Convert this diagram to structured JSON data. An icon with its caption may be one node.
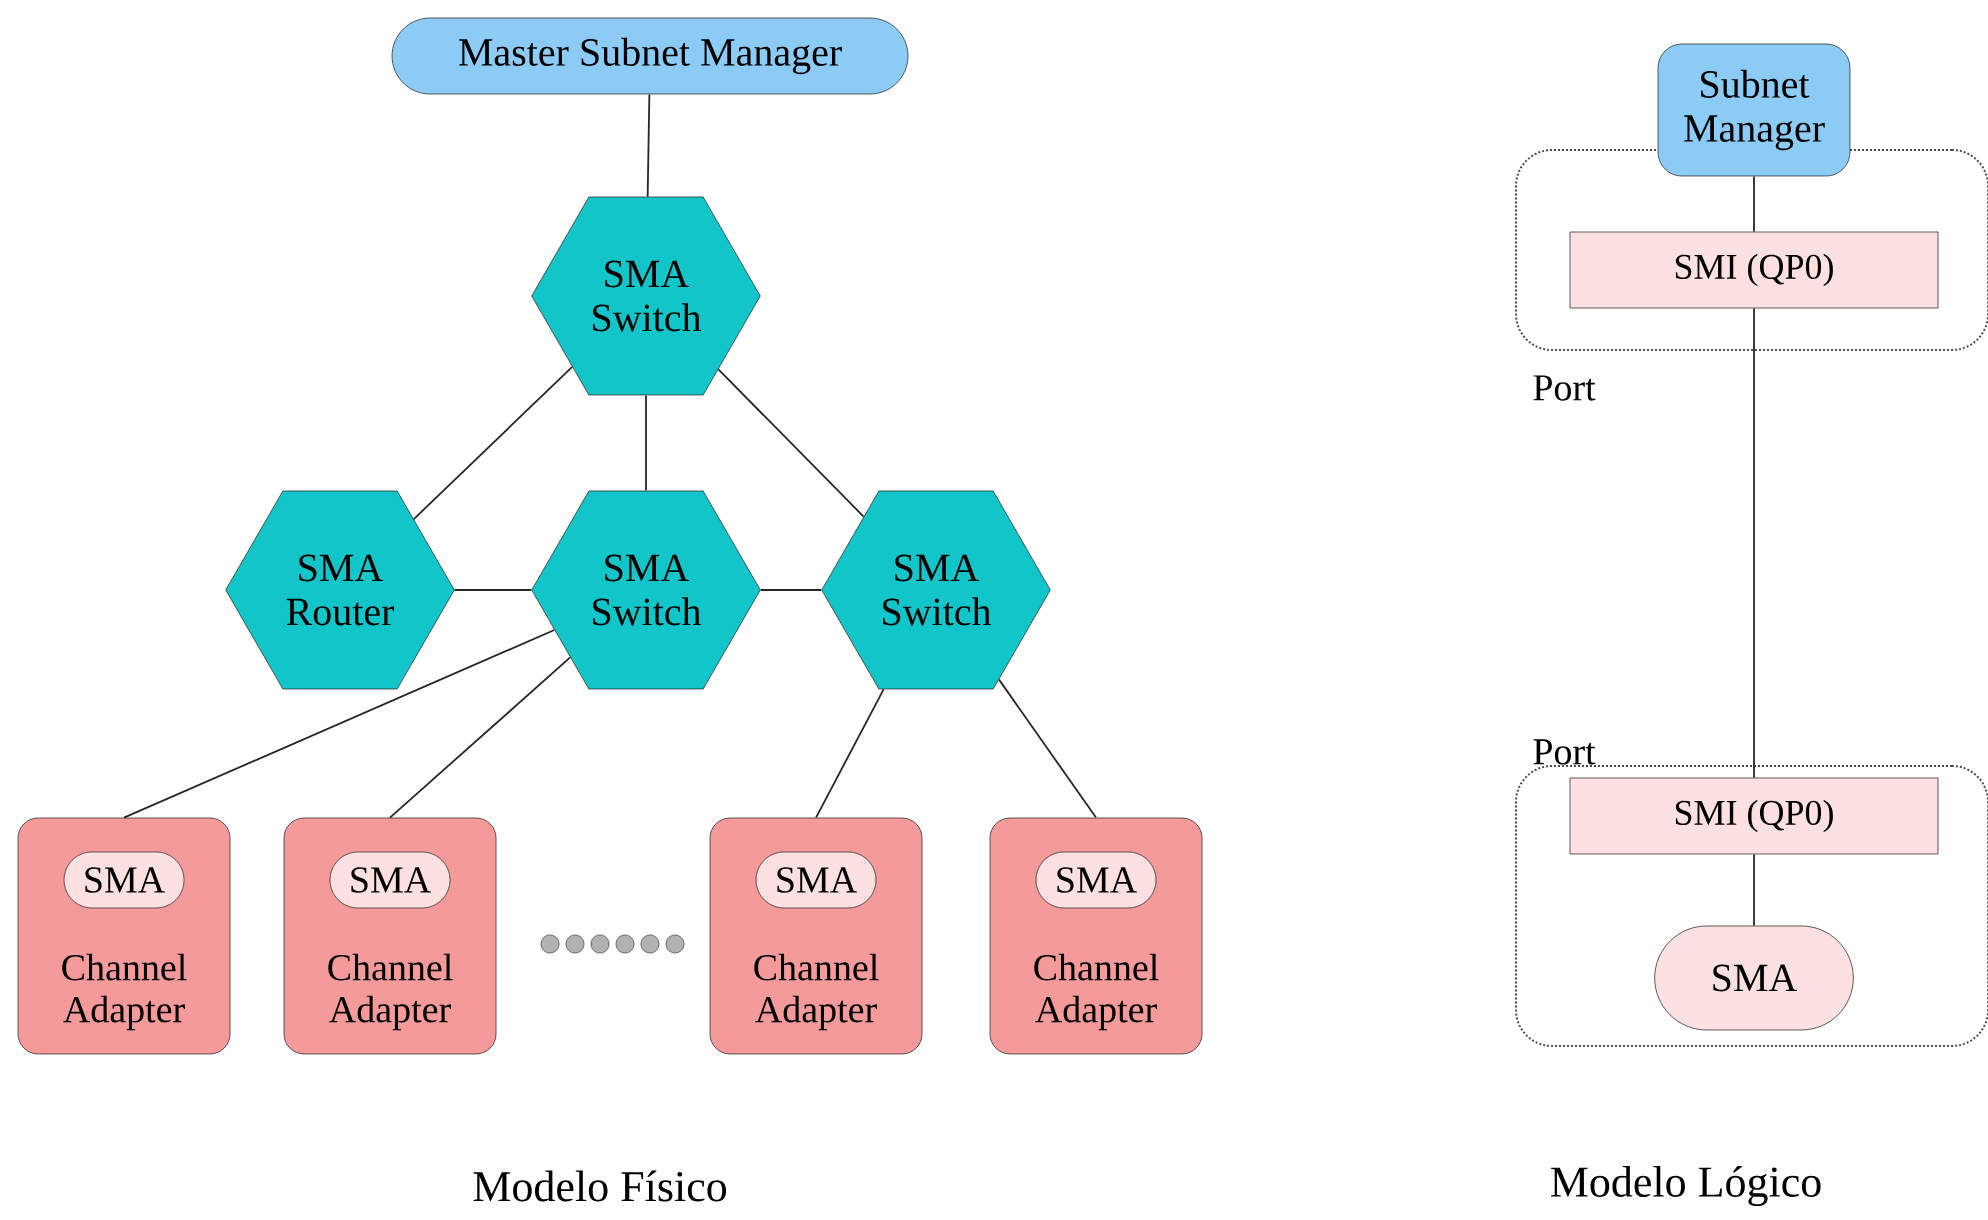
{
  "diagram": {
    "nodes": [
      {
        "text": [
          "Master Subnet Manager"
        ]
      },
      {
        "text": [
          "SMA Switch"
        ]
      },
      {
        "text": [
          "SMA Router"
        ]
      },
      {
        "text": [
          "SMA Switch"
        ]
      },
      {
        "text": [
          "SMA Switch"
        ]
      },
      {
        "text": [
          "Channel Adapter"
        ]
      },
      {
        "text": [
          "SMA"
        ],
        "in": 5
      },
      {
        "text": [
          "Channel Adapter"
        ]
      },
      {
        "text": [
          "SMA"
        ],
        "in": 7
      },
      {
        "text": [
          "Channel Adapter"
        ]
      },
      {
        "text": [
          "SMA"
        ],
        "in": 9
      },
      {
        "text": [
          "Channel Adapter"
        ]
      },
      {
        "text": [
          "SMA"
        ],
        "in": 11
      },
      {
        "text": [
          "Port"
        ]
      },
      {
        "text": [
          "Subnet Manager"
        ]
      },
      {
        "text": [
          "SMI (QP0)"
        ],
        "in": 13
      },
      {
        "text": [
          "Port"
        ]
      },
      {
        "text": [
          "SMI (QP0)"
        ],
        "in": 16
      },
      {
        "text": [
          "SMA"
        ],
        "in": 16
      }
    ],
    "edges": [
      {
        "from": 0,
        "to": 1,
        "arrow": "none"
      },
      {
        "from": 1,
        "to": 2,
        "arrow": "none"
      },
      {
        "from": 1,
        "to": 3,
        "arrow": "none"
      },
      {
        "from": 1,
        "to": 4,
        "arrow": "none"
      },
      {
        "from": 2,
        "to": 3,
        "arrow": "none"
      },
      {
        "from": 3,
        "to": 4,
        "arrow": "none"
      },
      {
        "from": 3,
        "to": 5,
        "arrow": "none"
      },
      {
        "from": 3,
        "to": 7,
        "arrow": "none"
      },
      {
        "from": 4,
        "to": 9,
        "arrow": "none"
      },
      {
        "from": 4,
        "to": 11,
        "arrow": "none"
      },
      {
        "from": 14,
        "to": 15,
        "arrow": "none"
      },
      {
        "from": 15,
        "to": 17,
        "arrow": "none"
      },
      {
        "from": 17,
        "to": 18,
        "arrow": "none"
      }
    ],
    "labels": [
      "Modelo Físico",
      "Modelo Lógico"
    ]
  }
}
